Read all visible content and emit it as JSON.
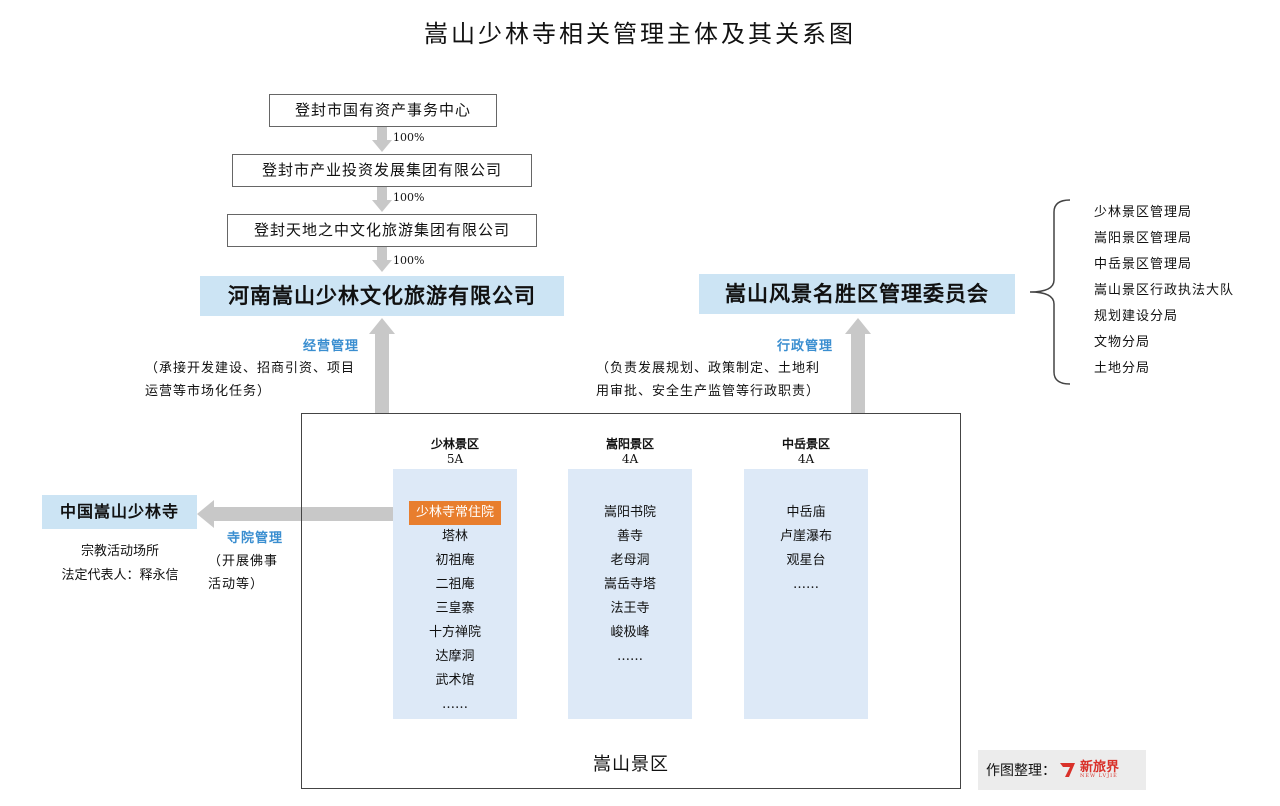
{
  "title": "嵩山少林寺相关管理主体及其关系图",
  "chain": [
    {
      "name": "登封市国有资产事务中心",
      "pct": "100%"
    },
    {
      "name": "登封市产业投资发展集团有限公司",
      "pct": "100%"
    },
    {
      "name": "登封天地之中文化旅游集团有限公司",
      "pct": "100%"
    }
  ],
  "henan_company": "河南嵩山少林文化旅游有限公司",
  "committee": "嵩山风景名胜区管理委员会",
  "committee_subunits": [
    "少林景区管理局",
    "嵩阳景区管理局",
    "中岳景区管理局",
    "嵩山景区行政执法大队",
    "规划建设分局",
    "文物分局",
    "土地分局"
  ],
  "business_mgmt": {
    "label": "经营管理",
    "note_line1": "（承接开发建设、招商引资、项目",
    "note_line2": "运营等市场化任务）"
  },
  "admin_mgmt": {
    "label": "行政管理",
    "note_line1": "（负责发展规划、政策制定、土地利",
    "note_line2": "用审批、安全生产监管等行政职责）"
  },
  "temple_mgmt": {
    "label": "寺院管理",
    "note_line1": "（开展佛事",
    "note_line2": "活动等）"
  },
  "temple": {
    "name": "中国嵩山少林寺",
    "desc1": "宗教活动场所",
    "desc2": "法定代表人：释永信"
  },
  "scenic_area": {
    "label": "嵩山景区",
    "areas": [
      {
        "name": "少林景区",
        "grade": "5A",
        "items": [
          "少林寺常住院",
          "塔林",
          "初祖庵",
          "二祖庵",
          "三皇寨",
          "十方禅院",
          "达摩洞",
          "武术馆",
          "……"
        ]
      },
      {
        "name": "嵩阳景区",
        "grade": "4A",
        "items": [
          "嵩阳书院",
          "善寺",
          "老母洞",
          "嵩岳寺塔",
          "法王寺",
          "峻极峰",
          "……"
        ]
      },
      {
        "name": "中岳景区",
        "grade": "4A",
        "items": [
          "中岳庙",
          "卢崖瀑布",
          "观星台",
          "……"
        ]
      }
    ]
  },
  "credit": {
    "label": "作图整理：",
    "logo_text": "新旅界",
    "logo_sub": "NEW LVJIE"
  },
  "colors": {
    "arrow": "#c8c8c8",
    "highlight": "#e87e2e",
    "blue_box": "#cce4f4",
    "column": "#dde9f7",
    "accent": "#3a8ed0",
    "logo": "#d9312a"
  }
}
